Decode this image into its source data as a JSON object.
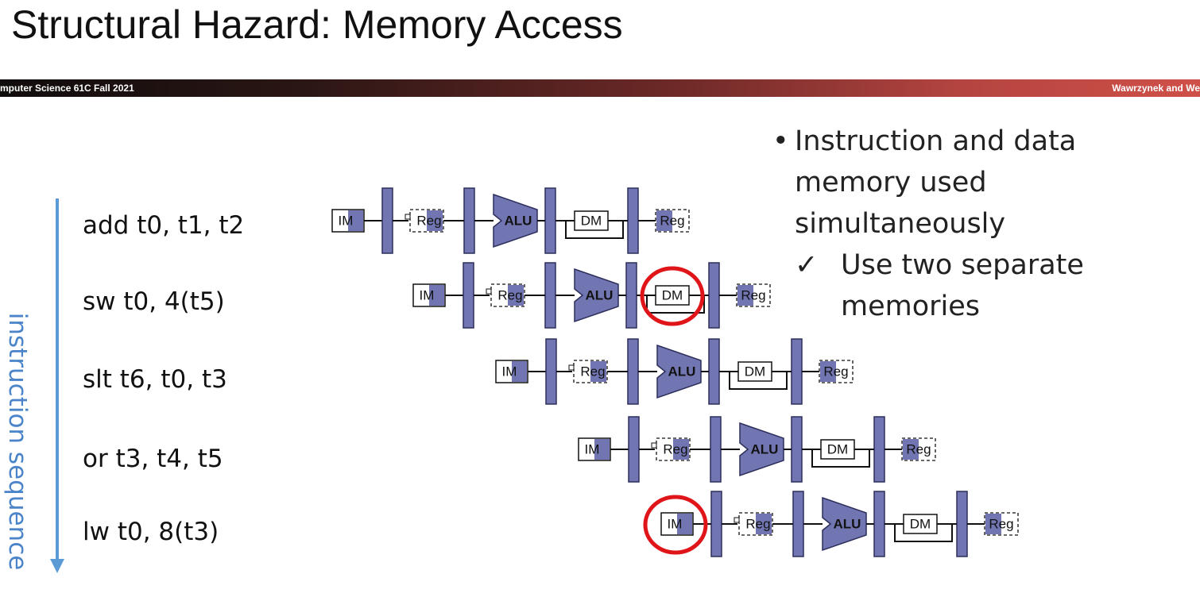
{
  "slide": {
    "title": "Structural Hazard: Memory Access",
    "banner_left": "mputer Science 61C Fall 2021",
    "banner_right": "Wawrzynek and We"
  },
  "bullets": {
    "main": "Instruction and data memory used simultaneously",
    "sub_mark": "✓",
    "sub": "Use two separate memories"
  },
  "instructions": [
    "add t0, t1, t2",
    "sw t0, 4(t5)",
    "slt t6, t0, t3",
    "or t3, t4, t5",
    "lw t0, 8(t3)"
  ],
  "axis_label": "instruction sequence",
  "stage_labels": {
    "im": "IM",
    "reg": "Reg",
    "alu": "ALU",
    "dm": "DM",
    "wb": "Reg"
  },
  "highlights": [
    {
      "row": 1,
      "stage": "DM"
    },
    {
      "row": 4,
      "stage": "IM"
    }
  ],
  "colors": {
    "stage_fill": "#7176b3",
    "stage_stroke": "#2c2e5a",
    "highlight": "#e0151a",
    "arrow": "#5b9bd5",
    "axis_text": "#4b84c9"
  }
}
